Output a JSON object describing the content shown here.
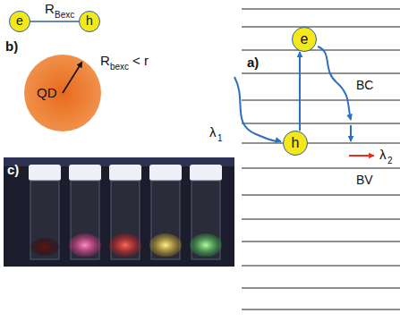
{
  "diagram": {
    "nodes": [
      {
        "text": [
          "e"
        ]
      },
      {
        "text": [
          "h"
        ]
      },
      {
        "text": [
          "QD"
        ]
      },
      {
        "text": [
          "e"
        ]
      },
      {
        "text": [
          "h"
        ]
      }
    ],
    "edges": [
      {
        "from": 0,
        "to": 1,
        "arrow": "none"
      },
      {
        "from": 4,
        "to": 3,
        "arrow": "to"
      }
    ],
    "labels": [
      "R",
      "Bexc",
      "b)",
      "R",
      "bexc",
      "< r",
      "a)",
      "BC",
      "λ",
      "1",
      "λ",
      "2",
      "BV",
      "c)"
    ]
  }
}
